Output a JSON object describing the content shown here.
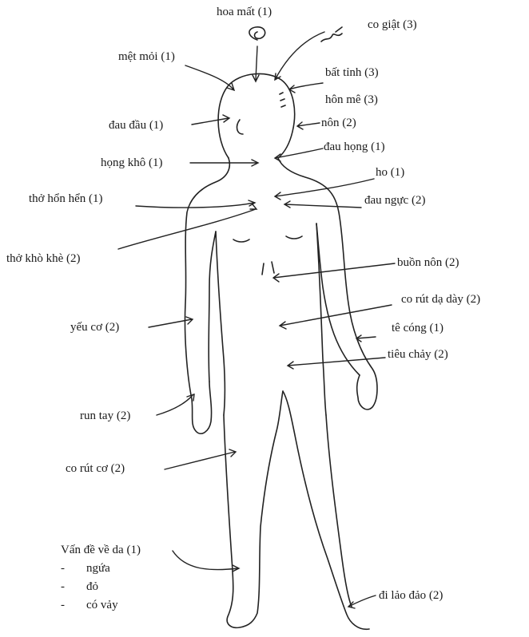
{
  "labels": {
    "hoa_mat": "hoa mất (1)",
    "co_giat": "co giật (3)",
    "met_moi": "mệt mỏi (1)",
    "bat_tinh": "bất tỉnh (3)",
    "hon_me": "hôn mê (3)",
    "dau_dau": "đau đầu (1)",
    "non": "nôn (2)",
    "dau_hong": "đau họng (1)",
    "hong_kho": "họng khô (1)",
    "ho": "ho (1)",
    "tho_hon_hen": "thở hổn hển (1)",
    "dau_nguc": "đau ngực (2)",
    "tho_kho_khe": "thở khò khè (2)",
    "buon_non": "buồn nôn (2)",
    "co_rut_da_day": "co rút dạ dày (2)",
    "yeu_co": "yếu cơ (2)",
    "te_cong": "tê cóng (1)",
    "tieu_chay": "tiêu chảy (2)",
    "run_tay": "run tay (2)",
    "co_rut_co": "co rút cơ (2)",
    "van_de_ve_da": "Vấn đề về da (1)",
    "ngua": "ngứa",
    "do": "đỏ",
    "co_vay": "có vảy",
    "di_lao_dao": "đi lảo đảo (2)"
  }
}
